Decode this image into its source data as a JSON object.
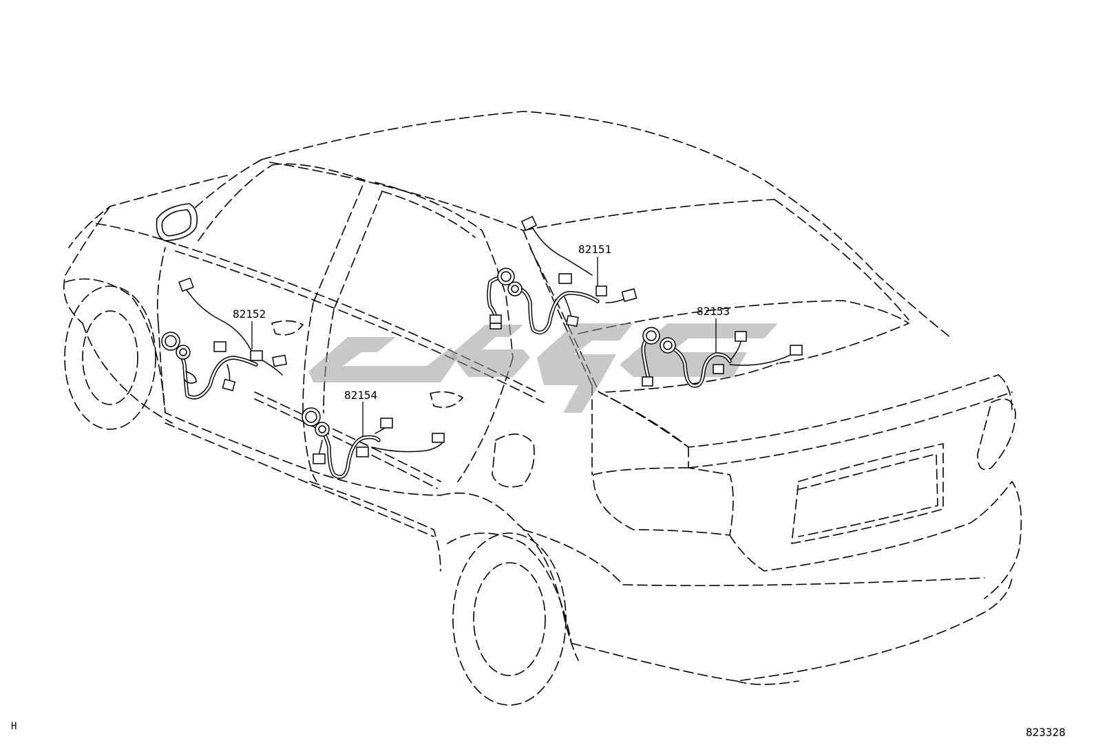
{
  "diagram": {
    "parts": [
      {
        "id": "part-82151",
        "label": "82151"
      },
      {
        "id": "part-82152",
        "label": "82152"
      },
      {
        "id": "part-82153",
        "label": "82153"
      },
      {
        "id": "part-82154",
        "label": "82154"
      }
    ],
    "corner_mark": "H",
    "figure_number": "823328"
  }
}
